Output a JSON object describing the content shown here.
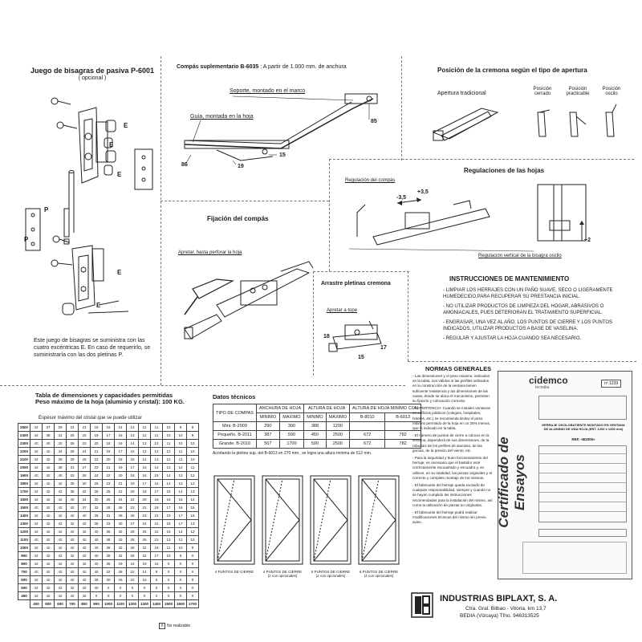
{
  "bisagras": {
    "title": "Juego de bisagras de pasiva P-6001",
    "subtitle": "( opcional )",
    "label_e": "E",
    "label_p": "P",
    "note": "Este juego de bisagras se suministra con las cuatro excéntricas E. En caso de requerirlo, se suministraría con las dos pletinas P."
  },
  "compas": {
    "title_bold": "Compás suplementario B-6035",
    "title_rest": ": A partir de 1.000 mm. de anchura",
    "label_soporte": "Soporte, montado en el marco",
    "label_guia": "Guía, montada en la hoja",
    "n85": "85",
    "n86": "86",
    "n19": "19",
    "n15": "15"
  },
  "cremona": {
    "title": "Posición de la cremona según el tipo de apertura",
    "apertura": "Apertura tradicional",
    "pos1": "Posición cerrado",
    "pos2": "Posición practicable",
    "pos3": "Posición oscilo"
  },
  "fijacion": {
    "title": "Fijación del compás",
    "label": "Apretar, hasta perforar la hoja"
  },
  "regulaciones": {
    "title": "Regulaciones de las hojas",
    "label_compas": "Regulación del compás",
    "minus": "-3,5",
    "plus": "+3,5",
    "plus2": "+2",
    "label_bisagra": "Regulación vertical de la bisagra oscilo"
  },
  "arrastre": {
    "title": "Arrastre pletinas cremona",
    "label": "Apretar a tope",
    "n18": "18",
    "n17": "17",
    "n15": "15"
  },
  "mantenimiento": {
    "title": "INSTRUCCIONES DE MANTENIMIENTO",
    "items": [
      "- LIMPIAR LOS HERRAJES CON UN PAÑO SUAVE, SECO O LIGERAMENTE HUMEDECIDO,PARA RECUPERAR SU PRESTANCIA INICIAL.",
      "- NO UTILIZAR PRODUCTOS DE LIMPIEZA DEL HOGAR, ABRASIVOS O AMONIACALES, PUES DETERIORAN EL TRATAMIENTO SUPERFICIAL.",
      "- ENGRASAR, UNA VEZ AL AÑO, LOS PUNTOS DE CIERRE Y LOS PUNTOS INDICADOS, UTILIZAR PRODUCTOS A BASE DE VASELINA.",
      "- REGULAR Y AJUSTAR LA HOJA CUANDO SEA NECESARIO."
    ]
  },
  "tabla": {
    "title": "Tabla de dimensiones y capacidades permitidas",
    "subtitle": "Peso máximo de la hoja (aluminio y cristal): 100 KG.",
    "caption": "Espesor máximo del cristal que se puede utilizar",
    "legend": "No realizable",
    "heights": [
      "2500",
      "2400",
      "2300",
      "2200",
      "2100",
      "2000",
      "1900",
      "1800",
      "1700",
      "1600",
      "1500",
      "1400",
      "1300",
      "1200",
      "1100",
      "1000",
      "900",
      "800",
      "700",
      "600",
      "500",
      "450"
    ],
    "widths": [
      "400",
      "500",
      "600",
      "700",
      "800",
      "900",
      "1000",
      "1100",
      "1200",
      "1300",
      "1400",
      "1500",
      "1600",
      "1700"
    ],
    "rows": [
      [
        "42",
        "37",
        "29",
        "24",
        "21",
        "18",
        "16",
        "14",
        "13",
        "12",
        "11",
        "10",
        "9",
        "9"
      ],
      [
        "42",
        "38",
        "31",
        "25",
        "22",
        "19",
        "17",
        "15",
        "13",
        "12",
        "11",
        "10",
        "10",
        "9"
      ],
      [
        "42",
        "40",
        "32",
        "26",
        "23",
        "20",
        "18",
        "16",
        "14",
        "13",
        "12",
        "11",
        "10",
        "10"
      ],
      [
        "42",
        "42",
        "34",
        "28",
        "24",
        "21",
        "19",
        "17",
        "15",
        "13",
        "12",
        "12",
        "11",
        "10"
      ],
      [
        "42",
        "42",
        "36",
        "29",
        "25",
        "22",
        "20",
        "18",
        "16",
        "14",
        "13",
        "12",
        "11",
        "10"
      ],
      [
        "42",
        "42",
        "38",
        "31",
        "27",
        "23",
        "21",
        "19",
        "17",
        "15",
        "14",
        "13",
        "12",
        "11"
      ],
      [
        "42",
        "42",
        "40",
        "33",
        "28",
        "24",
        "22",
        "20",
        "18",
        "16",
        "15",
        "14",
        "13",
        "12"
      ],
      [
        "42",
        "42",
        "42",
        "35",
        "30",
        "26",
        "23",
        "21",
        "19",
        "17",
        "16",
        "14",
        "13",
        "12"
      ],
      [
        "42",
        "42",
        "42",
        "38",
        "32",
        "28",
        "25",
        "22",
        "20",
        "18",
        "17",
        "16",
        "14",
        "13"
      ],
      [
        "42",
        "42",
        "42",
        "40",
        "34",
        "30",
        "26",
        "24",
        "22",
        "20",
        "18",
        "16",
        "15",
        "14"
      ],
      [
        "42",
        "42",
        "42",
        "42",
        "37",
        "32",
        "28",
        "26",
        "23",
        "21",
        "19",
        "17",
        "16",
        "15"
      ],
      [
        "42",
        "42",
        "42",
        "42",
        "40",
        "35",
        "31",
        "28",
        "25",
        "23",
        "21",
        "19",
        "17",
        "16"
      ],
      [
        "42",
        "42",
        "42",
        "42",
        "42",
        "38",
        "33",
        "30",
        "27",
        "24",
        "21",
        "18",
        "17",
        "13"
      ],
      [
        "42",
        "42",
        "42",
        "42",
        "42",
        "40",
        "36",
        "32",
        "28",
        "25",
        "22",
        "15",
        "14",
        "12"
      ],
      [
        "42",
        "42",
        "42",
        "42",
        "42",
        "40",
        "38",
        "33",
        "28",
        "25",
        "21",
        "13",
        "12",
        "10"
      ],
      [
        "42",
        "42",
        "42",
        "42",
        "42",
        "40",
        "38",
        "32",
        "26",
        "22",
        "18",
        "11",
        "10",
        "9"
      ],
      [
        "42",
        "42",
        "42",
        "42",
        "42",
        "40",
        "38",
        "32",
        "26",
        "22",
        "17",
        "10",
        "8",
        "X"
      ],
      [
        "42",
        "42",
        "42",
        "42",
        "42",
        "40",
        "35",
        "29",
        "24",
        "19",
        "15",
        "X",
        "X",
        "X"
      ],
      [
        "42",
        "42",
        "42",
        "42",
        "42",
        "40",
        "32",
        "28",
        "22",
        "14",
        "8",
        "X",
        "X",
        "X"
      ],
      [
        "42",
        "42",
        "42",
        "42",
        "42",
        "38",
        "30",
        "26",
        "22",
        "16",
        "6",
        "X",
        "X",
        "X"
      ],
      [
        "42",
        "42",
        "42",
        "42",
        "42",
        "40",
        "X",
        "X",
        "X",
        "X",
        "X",
        "X",
        "X",
        "X"
      ],
      [
        "42",
        "42",
        "42",
        "42",
        "42",
        "X",
        "X",
        "X",
        "X",
        "X",
        "X",
        "X",
        "X",
        "X"
      ]
    ]
  },
  "tecnicos": {
    "title": "Datos técnicos",
    "h_tipo": "TIPO DE COMPAS",
    "h_anchura": "ANCHURA DE HOJA",
    "h_altura": "ALTURA DE HOJA",
    "h_altura_min": "ALTURA DE HOJA MINIMO CON",
    "h_minimo": "MINIMO",
    "h_maximo": "MAXIMO",
    "h_b8010": "B-8010",
    "h_b6013": "B-6013",
    "rows": [
      [
        "Mini. B-2009",
        "290",
        "390",
        "388",
        "1200",
        "",
        ""
      ],
      [
        "Pequeño. B-2011",
        "387",
        "590",
        "450",
        "2500",
        "672",
        "782"
      ],
      [
        "Grande. B-2010",
        "507",
        "1700",
        "590",
        "2500",
        "672",
        "782"
      ]
    ],
    "note": "Acortando la pletina sup. del B-6013 en 270 mm., se logra una altura mínima de 512 mm."
  },
  "ventanas": {
    "cap1": "4 PUNTOS DE CIERRE",
    "sub1": "",
    "cap2": "4 PUNTOS DE CIERRE",
    "sub2": "(2 con opcionales)",
    "cap3": "6 PUNTOS DE CIERRE",
    "sub3": "(2 con opcionales)",
    "cap4": "6 PUNTOS DE CIERRE",
    "sub4": "(4 con opcionales)"
  },
  "normas": {
    "title": "NORMAS GENERALES",
    "items": [
      "- Las dimensiones y el peso máximo, indicados en la tabla, son válidos si las perfiles utilizados en la construcción de la ventana tienen suficiente resistencia y las dimensiones de las cavas, donde se ubica el mecanismo, permiten su fijación y colocación correcta.",
      "- ADVERTENCIA: Cuando se instalen ventanas en edificios públicos (colegios, hospitales, hoteles, etc.) se recomienda limitar el peso máximo permitido de la hoja en un 25% menos, que lo indicado en la tabla.",
      "- El número de puntos de cierre a colocar en la ventana, dependerá de sus dimensiones, de la robustez de los perfiles de aluminio, de las gomas, de la presión del viento, etc.",
      "- Para la seguridad y buen funcionamiento del herraje, es necesario que el bastidor esté correctamente escuadrado y escuadra y, se utilicen, en su totalidad, las piezas originales y el correcto y completo montaje de los mismos.",
      "- El fabricante del herraje queda excluido de cualquier responsabilidad, siempre y cuando no se hayan cumplido las instrucciones recomendadas para la instalación del mismo, así como la utilización de piezas no originales.",
      "- El fabricante del herraje podrá realizar modificaciones técnicas del mismo sin previo aviso."
    ]
  },
  "certificado": {
    "brand": "cidemco",
    "brand_sub": "tecnalia",
    "vertical": "Certificado de Ensayos",
    "number": "nº 1239",
    "ref": "REF. «B2000»",
    "title_block": "HERRAJE OSCILOBATIENTE MONTADO EN VENTANA DE ALUMINIO DE UNA HOJA (ENT. 1200 x 1300 mm)"
  },
  "empresa": {
    "name": "INDUSTRIAS BIPLAXT, S. A.",
    "addr1": "Ctra. Gral. Bilbao - Vitoria, km 13,7",
    "addr2": "BEDIA (Vizcaya) Tfno. 946313525"
  }
}
